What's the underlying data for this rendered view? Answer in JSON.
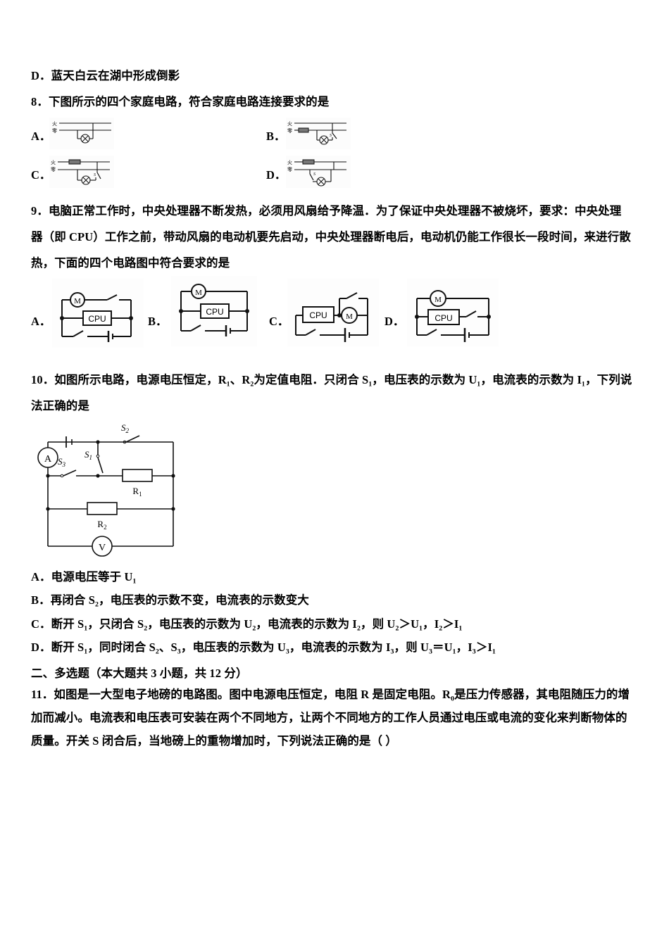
{
  "document": {
    "type": "physics-exam-page",
    "language": "zh-CN"
  },
  "q7_leftover": {
    "option_d": "D．蓝天白云在湖中形成倒影"
  },
  "q8": {
    "number": "8．",
    "stem": "下图所示的四个家庭电路，符合家庭电路连接要求的是",
    "options": [
      {
        "letter": "A．",
        "diagram": "household-circuit-a",
        "live_label": "火",
        "neutral_label": "零",
        "has_fuse": false,
        "switch_label": ""
      },
      {
        "letter": "B．",
        "diagram": "household-circuit-b",
        "live_label": "火",
        "neutral_label": "零",
        "has_fuse": true,
        "fuse_on": "neutral",
        "switch_label": "S"
      },
      {
        "letter": "C．",
        "diagram": "household-circuit-c",
        "live_label": "火",
        "neutral_label": "零",
        "has_fuse": true,
        "fuse_on": "live",
        "switch_label": "S"
      },
      {
        "letter": "D．",
        "diagram": "household-circuit-d",
        "live_label": "火",
        "neutral_label": "零",
        "has_fuse": true,
        "fuse_on": "live",
        "switch_label": "S"
      }
    ]
  },
  "q9": {
    "number": "9．",
    "stem_line1": "电脑正常工作时，中央处理器不断发热，必须用风扇给予降温．为了保证中央处理器不被烧坏，要求：中央处理",
    "stem_line2": "器（即 CPU）工作之前，带动风扇的电动机要先启动，中央处理器断电后，电动机仍能工作很长一段时间，来进行散",
    "stem_line3": "热，下面的四个电路图中符合要求的是",
    "options": [
      {
        "letter": "A．",
        "diagram": "cpu-circuit-a",
        "motor_label": "M",
        "cpu_label": "CPU"
      },
      {
        "letter": "B．",
        "diagram": "cpu-circuit-b",
        "motor_label": "M",
        "cpu_label": "CPU"
      },
      {
        "letter": "C．",
        "diagram": "cpu-circuit-c",
        "motor_label": "M",
        "cpu_label": "CPU"
      },
      {
        "letter": "D．",
        "diagram": "cpu-circuit-d",
        "motor_label": "M",
        "cpu_label": "CPU"
      }
    ]
  },
  "q10": {
    "number": "10．",
    "stem_line1": "如图所示电路，电源电压恒定，R₁、R₂为定值电阻．只闭合 S₁，电压表的示数为 U₁，电流表的示数为 I₁，下列说",
    "stem_line2": "法正确的是",
    "figure": {
      "name": "resistor-switch-circuit",
      "ammeter_label": "A",
      "voltmeter_label": "V",
      "switch_s1": "S₁",
      "switch_s2": "S₂",
      "switch_s3": "S₃",
      "resistor_r1": "R₁",
      "resistor_r2": "R₂"
    },
    "options": [
      {
        "letter": "A．",
        "text": "电源电压等于 U₁"
      },
      {
        "letter": "B．",
        "text": "再闭合 S₂，电压表的示数不变，电流表的示数变大"
      },
      {
        "letter": "C．",
        "text": "断开 S₁，只闭合 S₂，电压表的示数为 U₂，电流表的示数为 I₂，则 U₂＞U₁，I₂＞I₁"
      },
      {
        "letter": "D．",
        "text": "断开 S₁，同时闭合 S₂、S₃，电压表的示数为 U₃，电流表的示数为 I₃，则 U₃＝U₁，I₃＞I₁"
      }
    ]
  },
  "section2": {
    "heading": "二、多选题（本大题共 3 小题，共 12 分）"
  },
  "q11": {
    "number": "11．",
    "stem_line1": "如图是一大型电子地磅的电路图。图中电源电压恒定，电阻 R 是固定电阻。R₀是压力传感器，其电阻随压力的增",
    "stem_line2": "加而减小。电流表和电压表可安装在两个不同地方，让两个不同地方的工作人员通过电压或电流的变化来判断物体的",
    "stem_line3": "质量。开关 S 闭合后，当地磅上的重物增加时，下列说法正确的是（      ）"
  },
  "colors": {
    "text": "#000000",
    "background": "#ffffff",
    "line": "#1a1a1a"
  }
}
